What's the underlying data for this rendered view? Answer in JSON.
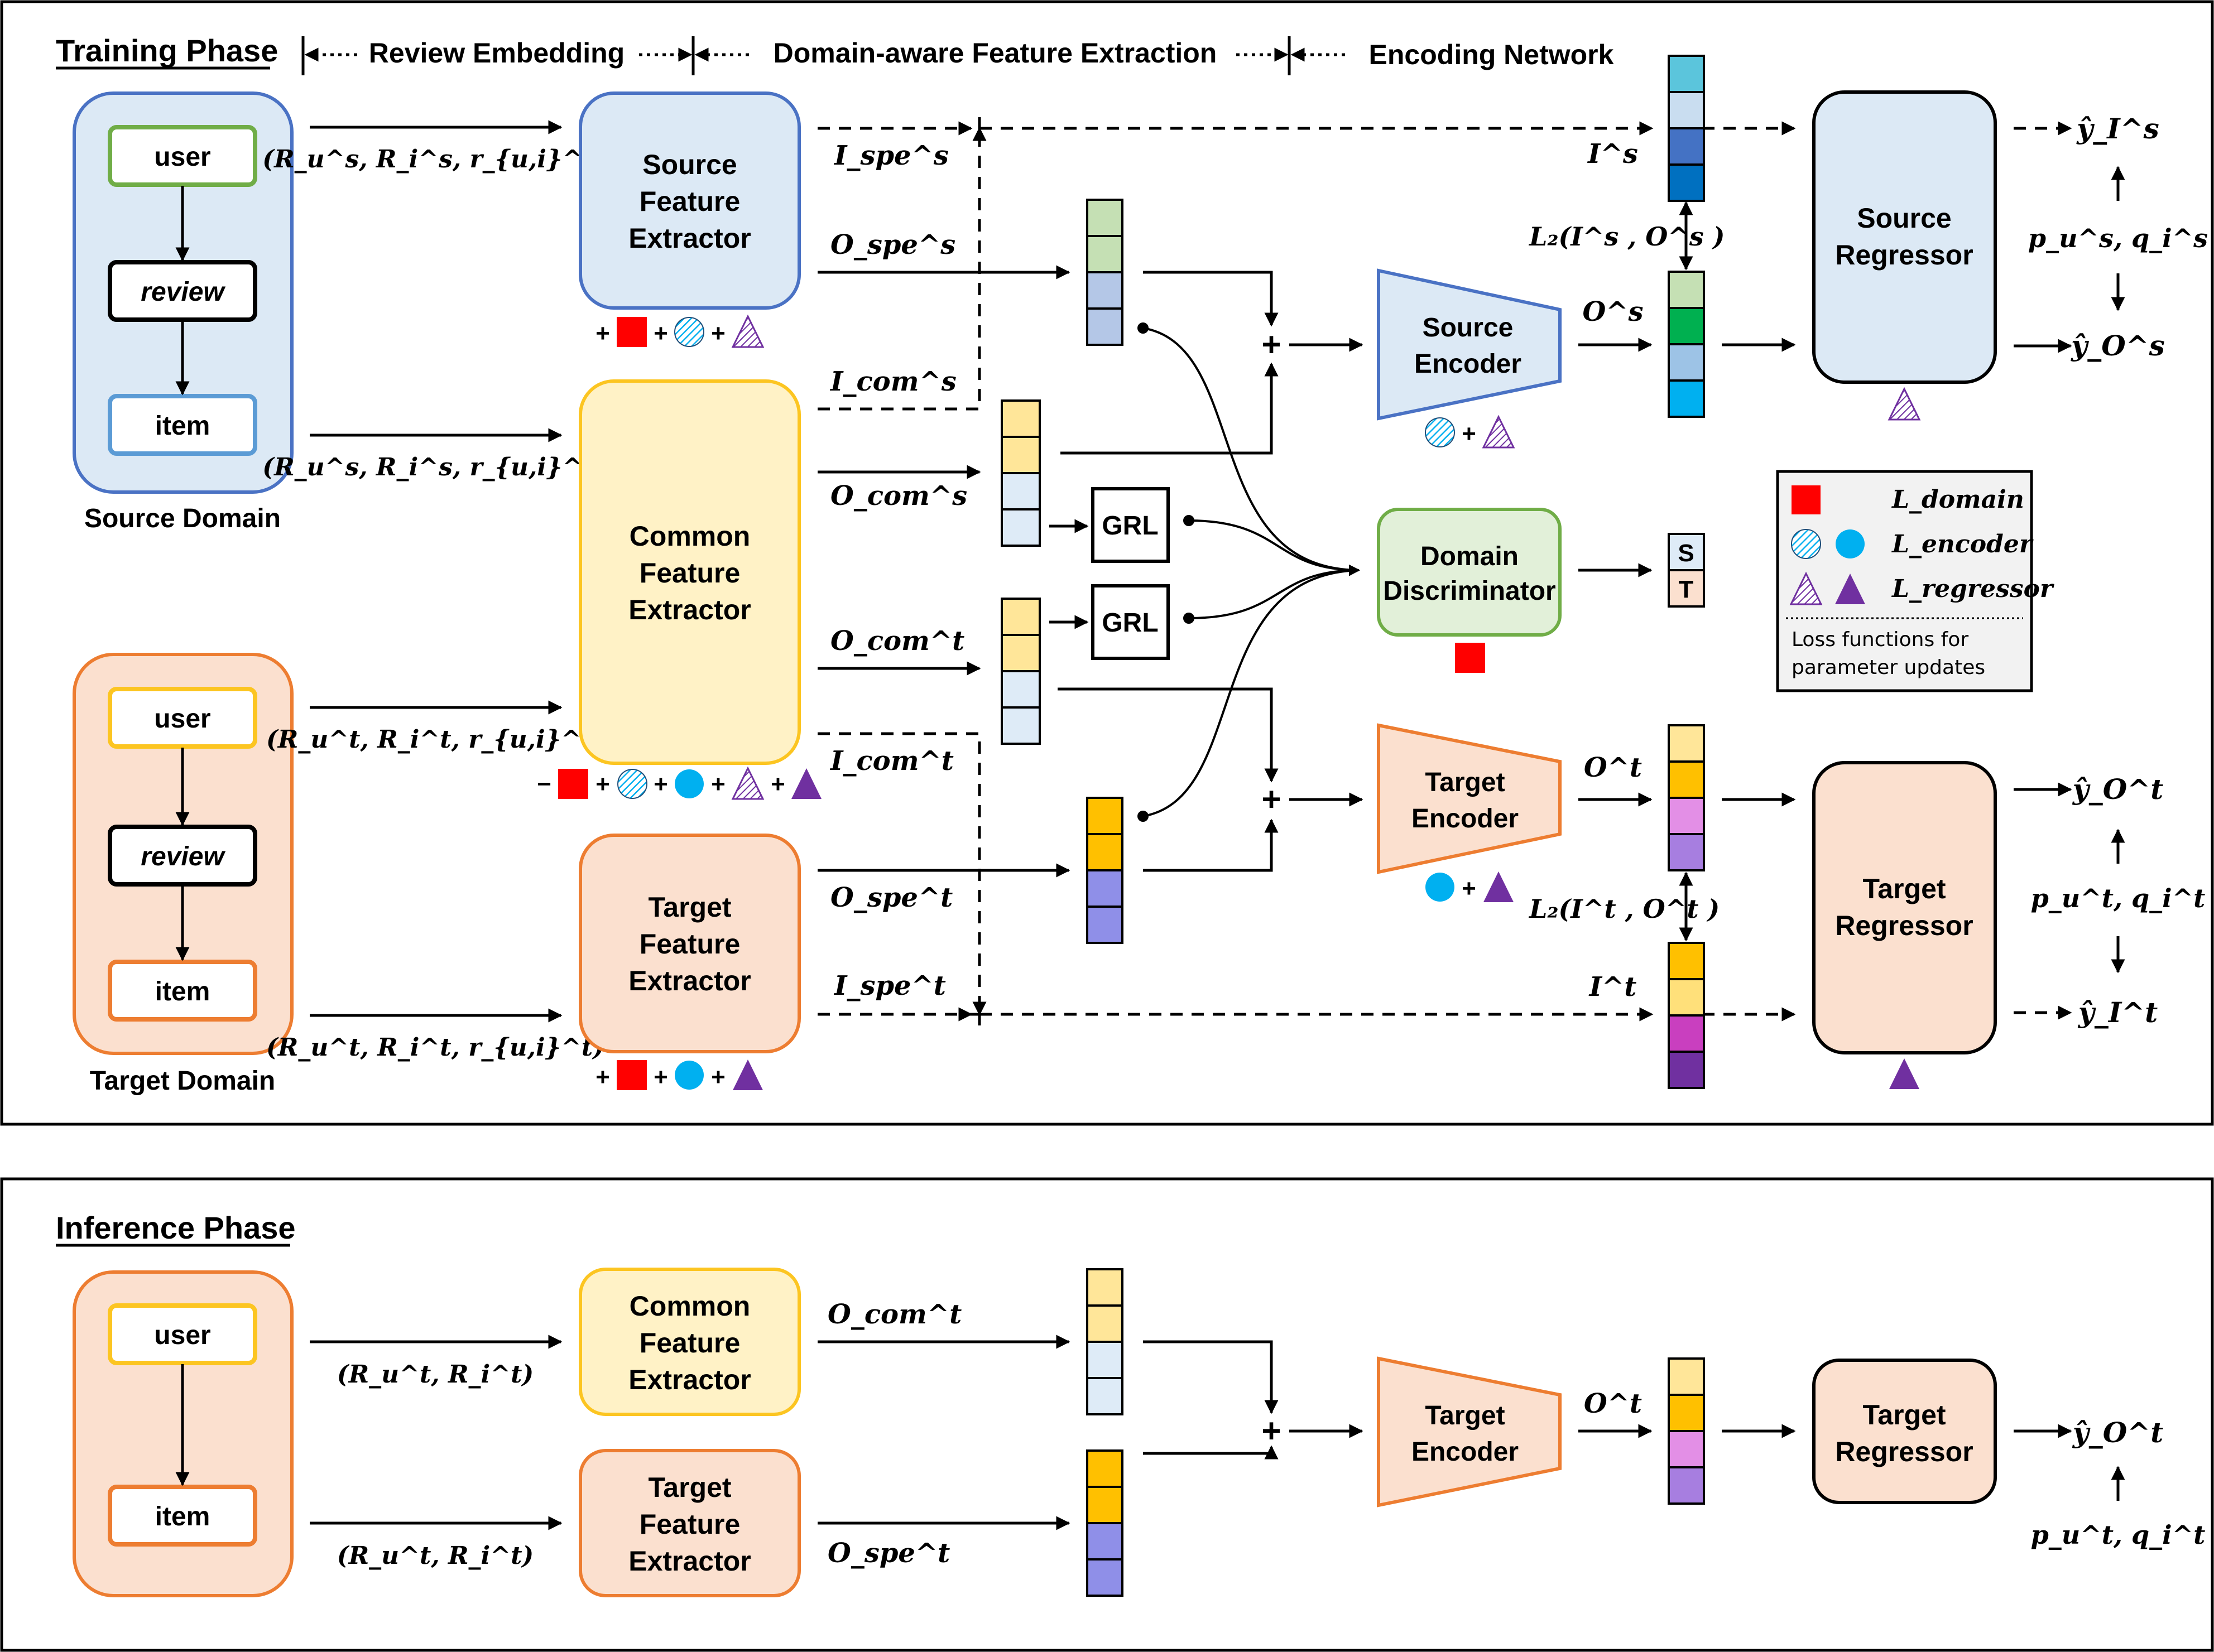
{
  "phases": {
    "training": "Training Phase",
    "inference": "Inference Phase"
  },
  "stages": {
    "review_embedding": "Review Embedding",
    "feature_extraction": "Domain-aware Feature Extraction",
    "encoding_network": "Encoding Network"
  },
  "domains": {
    "source": {
      "label": "Source Domain",
      "user": "user",
      "review": "review",
      "item": "item"
    },
    "target": {
      "label": "Target Domain",
      "user": "user",
      "review": "review",
      "item": "item"
    },
    "inference": {
      "user": "user",
      "item": "item"
    }
  },
  "inputs": {
    "source": "(R_u^s, R_i^s, r_{u,i}^s)",
    "target": "(R_u^t, R_i^t, r_{u,i}^t)",
    "inference": "(R_u^t, R_i^t)"
  },
  "extractors": {
    "source": [
      "Source",
      "Feature",
      "Extractor"
    ],
    "common": [
      "Common",
      "Feature",
      "Extractor"
    ],
    "target": [
      "Target",
      "Feature",
      "Extractor"
    ]
  },
  "signals": {
    "I_spe_s": "I_spe^s",
    "O_spe_s": "O_spe^s",
    "I_com_s": "I_com^s",
    "O_com_s": "O_com^s",
    "O_com_t": "O_com^t",
    "I_com_t": "I_com^t",
    "O_spe_t": "O_spe^t",
    "I_spe_t": "I_spe^t",
    "I_s": "I^s",
    "O_s": "O^s",
    "O_t": "O^t",
    "I_t": "I^t",
    "L2_s": "L₂(I^s , O^s )",
    "L2_t": "L₂(I^t , O^t )"
  },
  "grl": "GRL",
  "encoders": {
    "source": [
      "Source",
      "Encoder"
    ],
    "target": [
      "Target",
      "Encoder"
    ]
  },
  "discriminator": [
    "Domain",
    "Discriminator"
  ],
  "discriminator_outputs": [
    "S",
    "T"
  ],
  "regressors": {
    "source": [
      "Source",
      "Regressor"
    ],
    "target": [
      "Target",
      "Regressor"
    ]
  },
  "outputs": {
    "y_I_s": "ŷ_I^s",
    "y_O_s": "ŷ_O^s",
    "pq_s": "p_u^s, q_i^s",
    "y_O_t": "ŷ_O^t",
    "y_I_t": "ŷ_I^t",
    "pq_t": "p_u^t, q_i^t"
  },
  "legend": {
    "domain": "L_domain",
    "encoder": "L_encoder",
    "regressor": "L_regressor",
    "note": [
      "Loss functions for",
      "parameter updates"
    ]
  },
  "loss_terms": {
    "plus": "+",
    "minus": "−"
  },
  "colors": {
    "source_fill": "#dce9f5",
    "source_border": "#4a72c4",
    "item_border": "#5b9bd5",
    "common_fill": "#fff2c6",
    "common_border": "#fcc521",
    "target_fill": "#fbe0cf",
    "target_border": "#ed7d31",
    "disc_fill": "#e2f0d9",
    "disc_border": "#70ad47",
    "user_border": "#70ad47",
    "domain_square": "#ff0000",
    "encoder_circle": "#00b0f0",
    "regressor_triangle": "#7030a0",
    "legend_fill": "#f2f2f2"
  },
  "vectors": {
    "O_spe_s": [
      "#c5e0b4",
      "#c5e0b4",
      "#b4c7e7",
      "#b4c7e7"
    ],
    "O_com_s": [
      "#ffe699",
      "#ffe699",
      "#deebf7",
      "#deebf7"
    ],
    "O_com_t": [
      "#ffe699",
      "#ffe699",
      "#deebf7",
      "#deebf7"
    ],
    "O_spe_t": [
      "#ffc000",
      "#ffc000",
      "#8f8fe8",
      "#8f8fe8"
    ],
    "I_s": [
      "#5bc5dc",
      "#c9ddf0",
      "#4472c4",
      "#0070c0"
    ],
    "O_s": [
      "#c5e0b4",
      "#00b050",
      "#9dc3e6",
      "#00b0f0"
    ],
    "O_t": [
      "#ffe699",
      "#ffc000",
      "#e38fe6",
      "#a77ee0"
    ],
    "I_t": [
      "#ffc000",
      "#ffe07a",
      "#c93fbf",
      "#7030a0"
    ],
    "inf_O_com": [
      "#ffe699",
      "#ffe699",
      "#deebf7",
      "#deebf7"
    ],
    "inf_O_spe": [
      "#ffc000",
      "#ffc000",
      "#8f8fe8",
      "#8f8fe8"
    ],
    "inf_O_t": [
      "#ffe699",
      "#ffc000",
      "#e38fe6",
      "#a77ee0"
    ]
  }
}
